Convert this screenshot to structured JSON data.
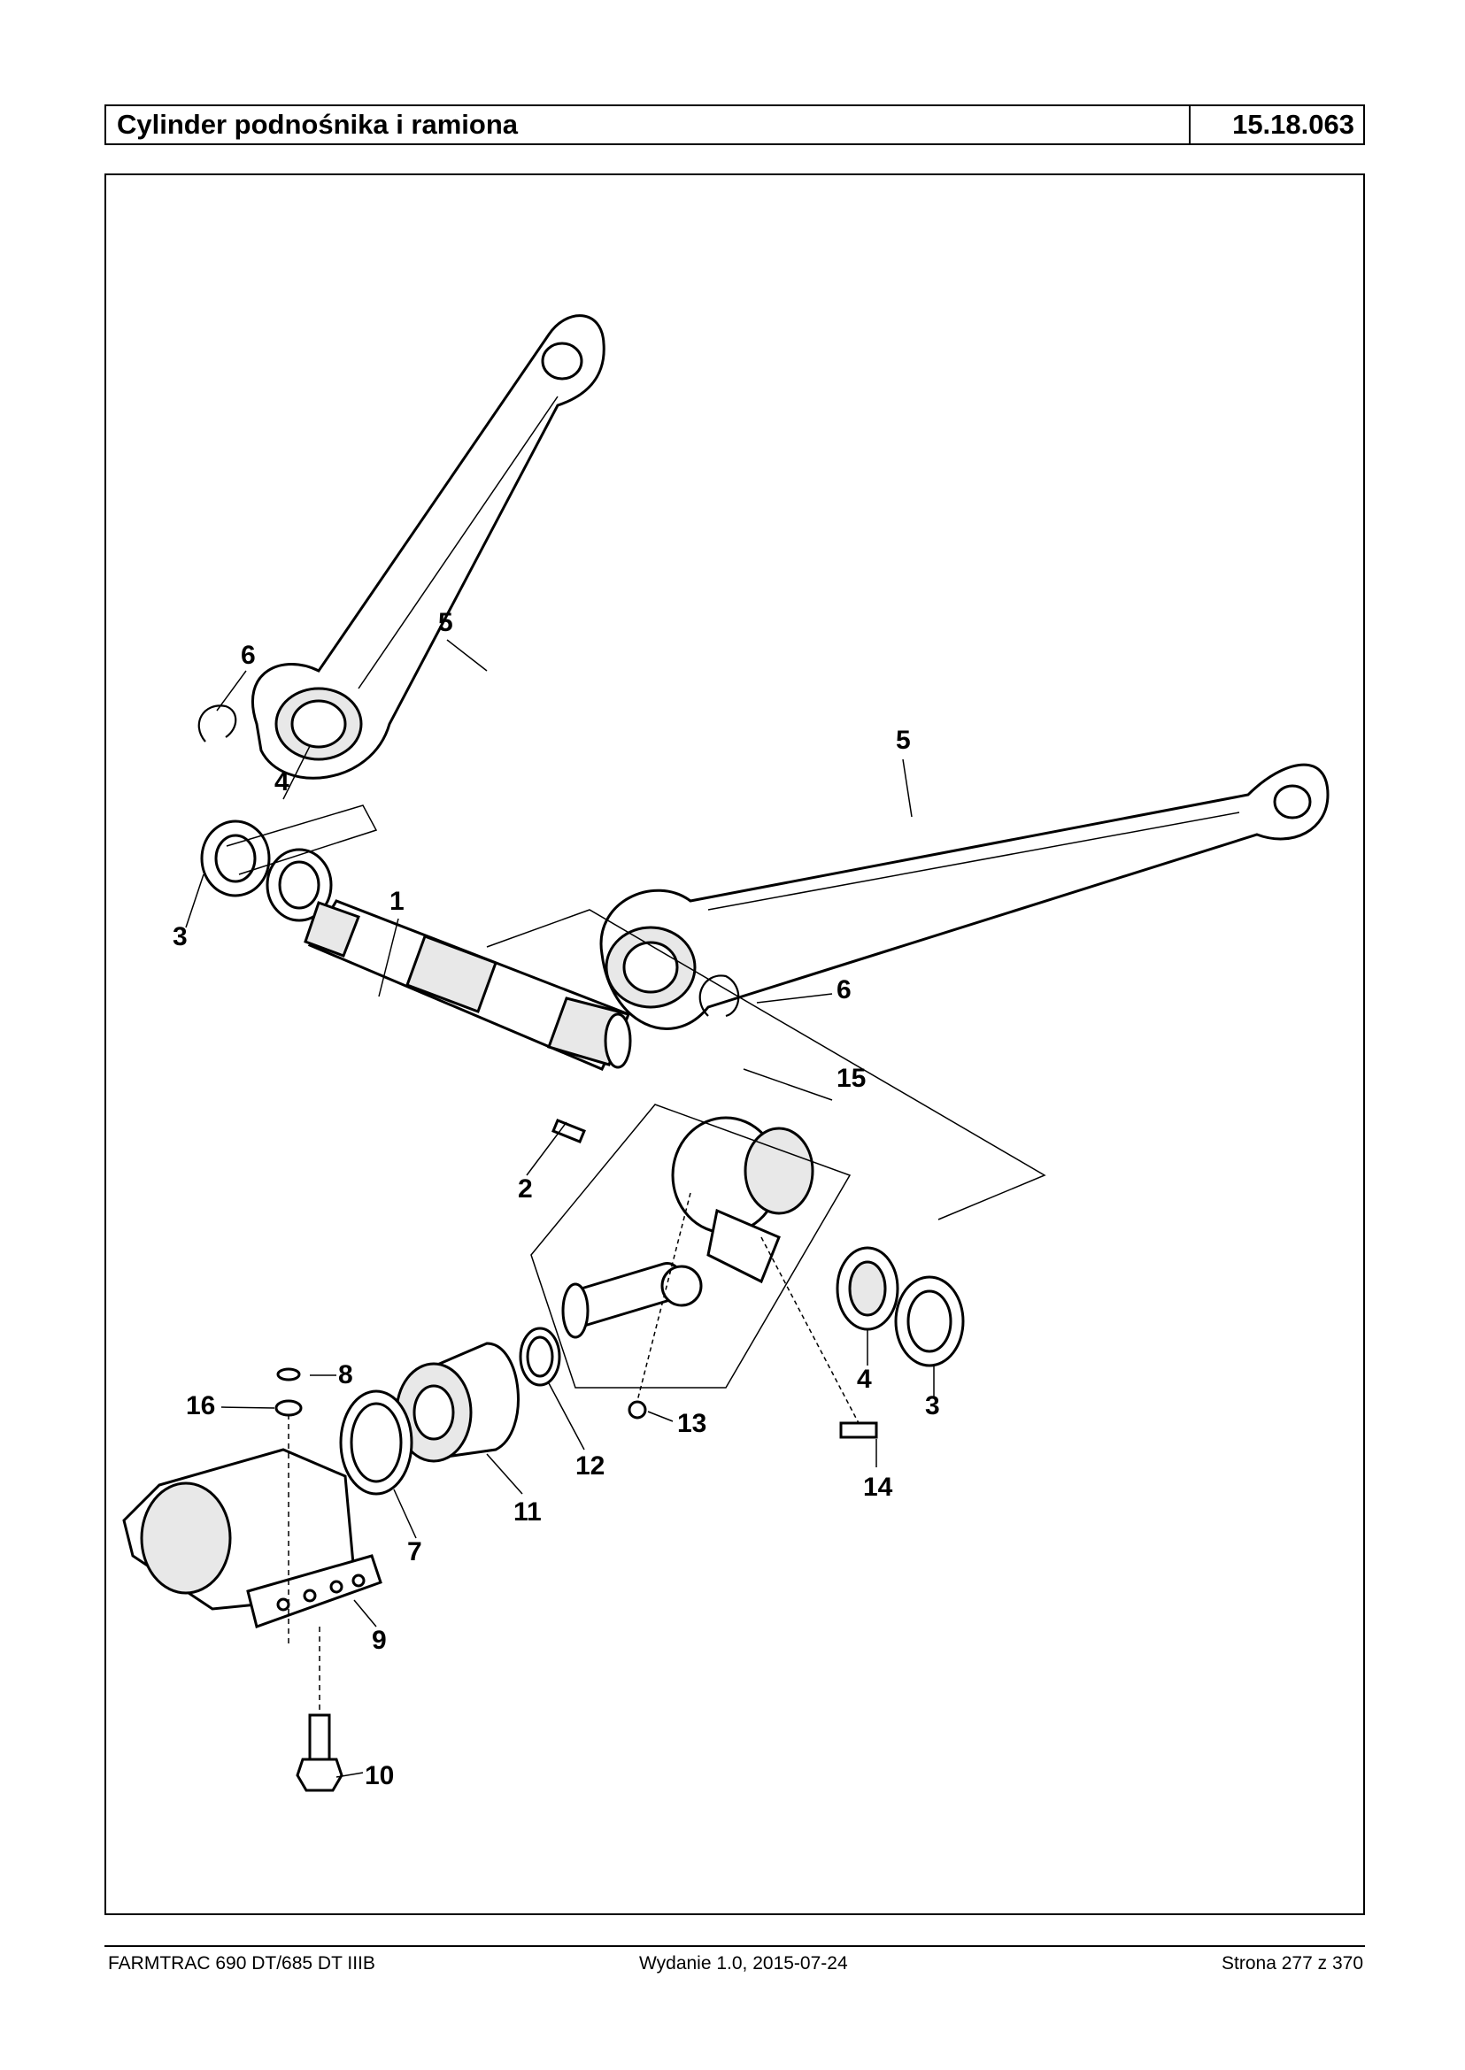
{
  "header": {
    "title": "Cylinder podnośnika i ramiona",
    "code": "15.18.063"
  },
  "figure": {
    "callouts": {
      "c1": "1",
      "c2": "2",
      "c3a": "3",
      "c3b": "3",
      "c4a": "4",
      "c4b": "4",
      "c5a": "5",
      "c5b": "5",
      "c6a": "6",
      "c6b": "6",
      "c7": "7",
      "c8": "8",
      "c9": "9",
      "c10": "10",
      "c11": "11",
      "c12": "12",
      "c13": "13",
      "c14": "14",
      "c15": "15",
      "c16": "16"
    }
  },
  "footer": {
    "left": "FARMTRAC 690 DT/685 DT IIIB",
    "center": "Wydanie 1.0,  2015-07-24",
    "right": "Strona 277 z 370"
  }
}
